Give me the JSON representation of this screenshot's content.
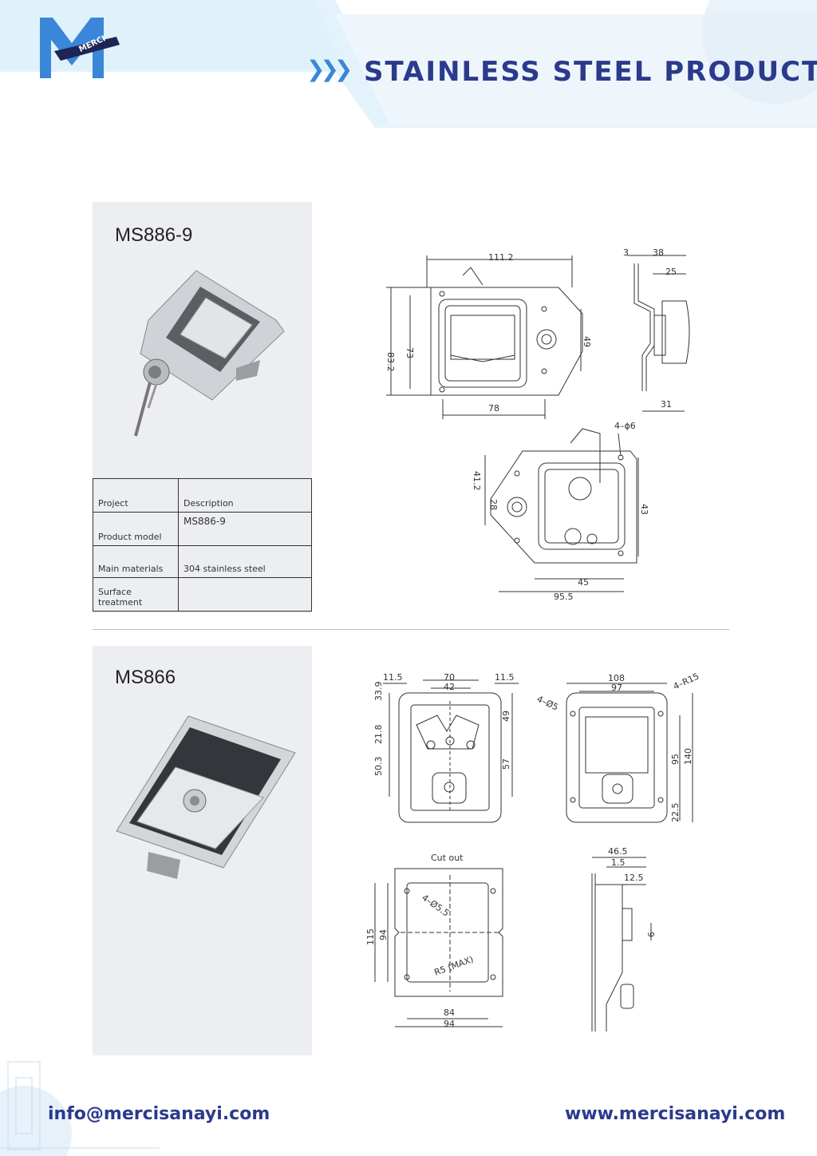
{
  "header": {
    "logo_text": "MERCI",
    "title": "STAINLESS STEEL PRODUCTS"
  },
  "products": [
    {
      "model_title": "MS886-9",
      "table": {
        "rows": [
          {
            "project": "Project",
            "description": "Description"
          },
          {
            "project": "Product model",
            "description": "MS886-9"
          },
          {
            "project": "Main materials",
            "description": "304 stainless steel"
          },
          {
            "project": "Surface treatment",
            "description": ""
          }
        ]
      },
      "drawing_dims": {
        "front": {
          "width": "111.2",
          "h_outer": "83.2",
          "h_inner": "73",
          "h_right": "49",
          "bottom": "78"
        },
        "side": {
          "top_a": "3",
          "top_b": "38",
          "top_c": "25",
          "bottom": "31"
        },
        "back": {
          "holes": "4–ϕ6",
          "h_left": "41.2",
          "h_small": "28",
          "h_right": "43",
          "bottom_a": "45",
          "bottom_b": "95.5"
        }
      }
    },
    {
      "model_title": "MS866",
      "drawing_dims": {
        "back": {
          "top_l": "11.5",
          "top_mid_a": "70",
          "top_mid_b": "42",
          "top_r": "11.5",
          "l1": "33.9",
          "l2": "21.8",
          "l3": "50.3",
          "r1": "49",
          "r2": "57"
        },
        "front": {
          "top_a": "108",
          "top_b": "97",
          "holes": "4–Ø5",
          "radius": "4–R15",
          "r1": "95",
          "r2": "140",
          "r3": "22.5"
        },
        "cutout": {
          "label": "Cut out",
          "holes": "4–Ø5.5",
          "radius": "R5 (MAX)",
          "l1": "115",
          "l2": "94",
          "b1": "84",
          "b2": "94"
        },
        "side": {
          "t1": "46.5",
          "t2": "1.5",
          "t3": "12.5",
          "r1": "6"
        }
      }
    }
  ],
  "footer": {
    "email": "info@mercisanayi.com",
    "website": "www.mercisanayi.com"
  },
  "colors": {
    "brand": "#2b3a8c",
    "accent": "#3a86d8",
    "panel": "#eceef2"
  }
}
